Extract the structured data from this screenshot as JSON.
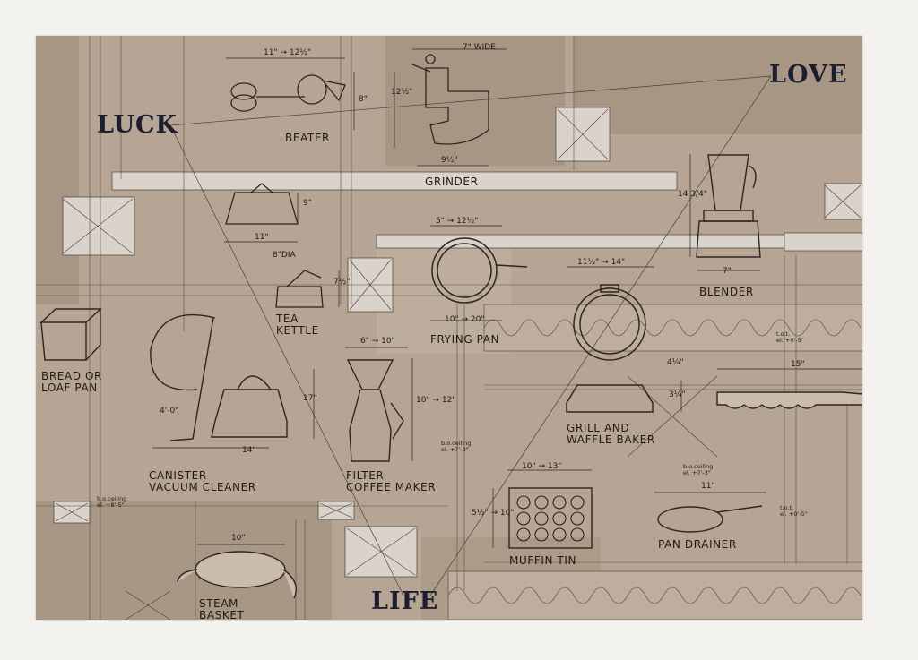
{
  "words": {
    "luck": "LUCK",
    "love": "LOVE",
    "life": "LIFE"
  },
  "labels": {
    "beater": "BEATER",
    "grinder": "GRINDER",
    "tea_kettle": "TEA\nKETTLE",
    "frying_pan": "FRYING PAN",
    "blender": "BLENDER",
    "bread_pan": "BREAD OR\nLOAF PAN",
    "vacuum": "CANISTER\nVACUUM CLEANER",
    "coffee_maker": "FILTER\nCOFFEE MAKER",
    "grill": "GRILL AND\nWAFFLE BAKER",
    "muffin_tin": "MUFFIN TIN",
    "pan_drainer": "PAN DRAINER",
    "steam_basket": "STEAM\nBASKET"
  },
  "dimensions": {
    "beater_w": "11\" → 12½\"",
    "beater_h": "8\"",
    "grinder_w": "7\" WIDE",
    "grinder_h": "12½\"",
    "grinder_b": "9½\"",
    "pot_h": "9\"",
    "pot_w": "11\"",
    "pot_dia": "8\"DIA",
    "kettle_h": "7½\"",
    "fry_top": "5\" → 12½\"",
    "fry_bot": "10\" → 20\"",
    "blender_h": "14 3/4\"",
    "blender_w": "7\"",
    "grill_top": "11½\" → 14\"",
    "grill_h1": "4¼\"",
    "grill_h2": "3¼\"",
    "drainer_top": "15\"",
    "filter_top": "6\" → 10\"",
    "filter_h": "10\" → 12\"",
    "vac_h": "17\"",
    "vac_w": "14\"",
    "vac_h2": "4'-0\"",
    "muffin_top": "10\" → 13\"",
    "muffin_h": "5½\" → 10\"",
    "drainer_w": "11\"",
    "basket_w": "10\""
  },
  "notes": {
    "ceil1": "b.o.ceiling\nel. +7'-3\"",
    "ceil2": "b.o.ceiling\nel. +7'-3\"",
    "ceil3": "b.o.ceiling\nel. +8'-5\"",
    "tott1": "t.o.t.\nel. +0'-5\"",
    "tott2": "t.o.t.\nel. +0'-5\""
  }
}
